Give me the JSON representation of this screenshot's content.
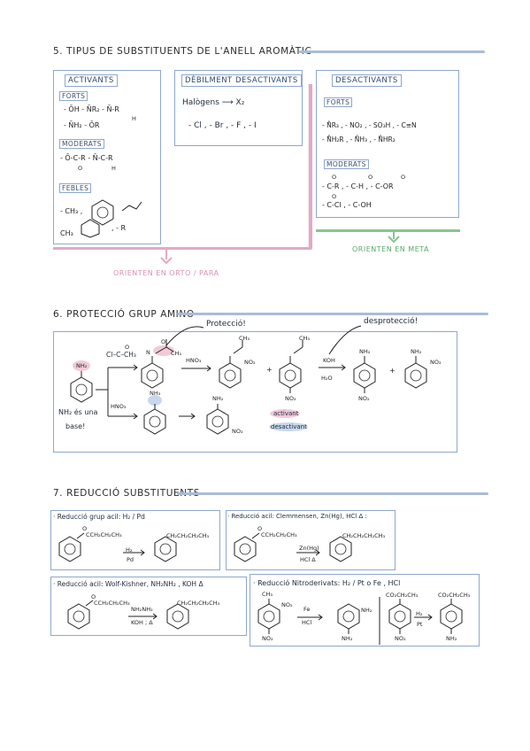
{
  "s5": {
    "title": "5. TIPUS DE SUBSTITUENTS DE L'ANELL AROMÀTIC",
    "activants": {
      "header": "ACTIVANTS",
      "forts": "FORTS",
      "forts_r1": "- ŌH  - N̄R₂  - N̄-R",
      "forts_r1b": "H",
      "forts_r2": "- N̄H₂  - ŌR",
      "moderats": "MODERATS",
      "mod_r1": "- Ō-C-R   - N̄-C-R",
      "mod_o": "O",
      "mod_h": "H",
      "febles": "FEBLES",
      "feb_r1": "- CH₃ ,",
      "feb_r2": "CH₃",
      "feb_r3": ", - R"
    },
    "debilment": {
      "header": "DÈBILMENT DESACTIVANTS",
      "halogens": "Halògens ⟶ X₂",
      "list": "- Cl , - Br , - F , - I"
    },
    "desactivants": {
      "header": "DESACTIVANTS",
      "forts": "FORTS",
      "forts_r1": "- N̊R₃ , - NO₂ , - SO₃H , - C≡N",
      "forts_r2": "- N̊H₂R , - N̊H₃ , - N̊HR₂",
      "moderats": "MODERATS",
      "mod_r1": "- C-R , - C-H , - C-OR",
      "mod_r2": "- C-Cl , - C-OH",
      "mod_o": "O"
    },
    "orto_para": "ORIENTEN EN ORTO / PARA",
    "meta": "ORIENTEN EN META"
  },
  "s6": {
    "title": "6. PROTECCIÓ GRUP AMINO",
    "proteccio": "Protecció!",
    "desproteccio": "desprotecció!",
    "nh2": "NH₂",
    "reagent1": "Cl–C–CH₃",
    "reagent1_o": "O",
    "hno3": "HNO₃",
    "hno3b": "HNO₃",
    "koh": "KOH",
    "h2o": "H₂O",
    "no2": "NO₂",
    "plus": "+",
    "nh3": "NH₃",
    "ch3": "CH₃",
    "n": "N",
    "h": "H",
    "note": "NH₂ és una",
    "note2": "base!",
    "activant": "activant",
    "desactivant": "desactivant"
  },
  "s7": {
    "title": "7. REDUCCIÓ SUBSTITUENTS",
    "b1": {
      "title": "· Reducció grup acil: H₂ / Pd",
      "chain": "CCH₂CH₂CH₃",
      "prod": "CH₂CH₂CH₂CH₃",
      "r1": "H₂",
      "r2": "Pd",
      "o": "O"
    },
    "b2": {
      "title": "· Reducció acil: Clemmensen, Zn(Hg), HCl Δ :",
      "chain": "CCH₂CH₂CH₃",
      "prod": "CH₂CH₂CH₂CH₃",
      "r1": "Zn(Hg)",
      "r2": "HCl Δ",
      "o": "O"
    },
    "b3": {
      "title": "· Reducció acil: Wolf-Kishner, NH₂NH₂ , KOH Δ",
      "chain": "CCH₂CH₂CH₃",
      "prod": "CH₂CH₂CH₂CH₃",
      "r1": "NH₂NH₂",
      "r2": "KOH ; Δ",
      "o": "O"
    },
    "b4": {
      "title": "· Reducció Nitroderivats: H₂ / Pt  o  Fe , HCl",
      "ch3": "CH₃",
      "no2": "NO₂",
      "nh2": "NH₂",
      "r1": "Fe",
      "r2": "HCl",
      "ester": "CO₂CH₂CH₃",
      "r3": "H₂",
      "r4": "Pt"
    }
  },
  "colors": {
    "blue": "#8fa8cc",
    "pink": "#e3a9c6",
    "green": "#84c68e"
  }
}
